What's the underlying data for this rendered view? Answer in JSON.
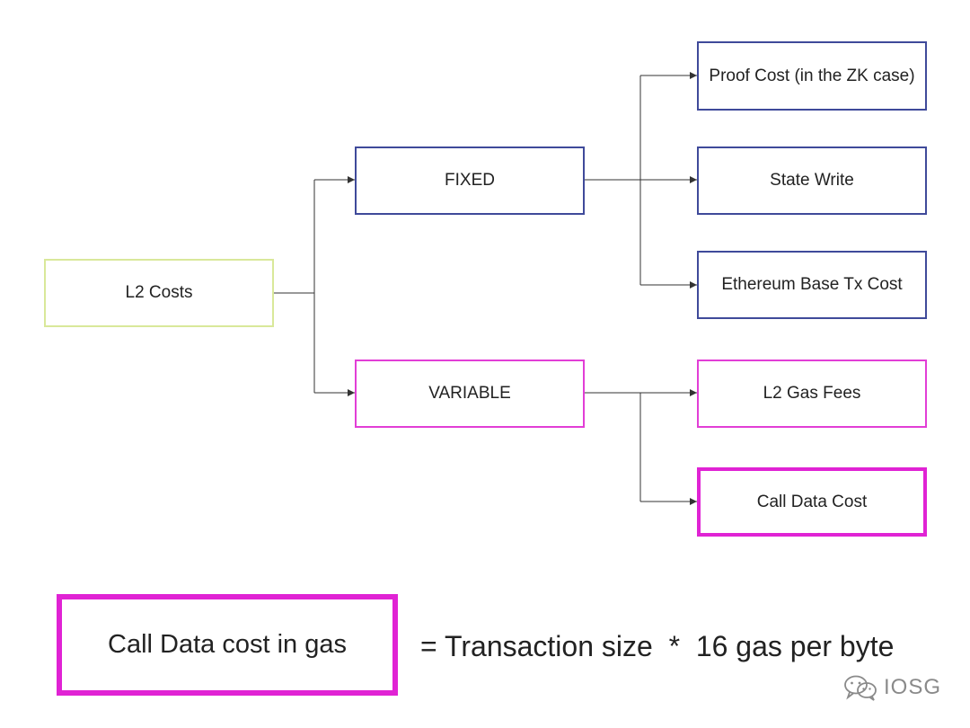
{
  "colors": {
    "root": "#d9e89a",
    "fixed": "#3f4a9a",
    "variable": "#e23ed6",
    "highlight": "#e023d4",
    "line": "#333333"
  },
  "diagram": {
    "root": {
      "label": "L2 Costs"
    },
    "fixed": {
      "label": "FIXED",
      "children": [
        {
          "label": "Proof Cost (in the ZK case)"
        },
        {
          "label": "State Write"
        },
        {
          "label": "Ethereum Base Tx Cost"
        }
      ]
    },
    "variable": {
      "label": "VARIABLE",
      "children": [
        {
          "label": "L2 Gas Fees"
        },
        {
          "label": "Call Data Cost"
        }
      ]
    }
  },
  "formula": {
    "box_label": "Call Data cost in gas",
    "expression": "= Transaction size  *  16 gas per byte"
  },
  "watermark": {
    "text": "IOSG",
    "icon": "wechat-icon"
  }
}
